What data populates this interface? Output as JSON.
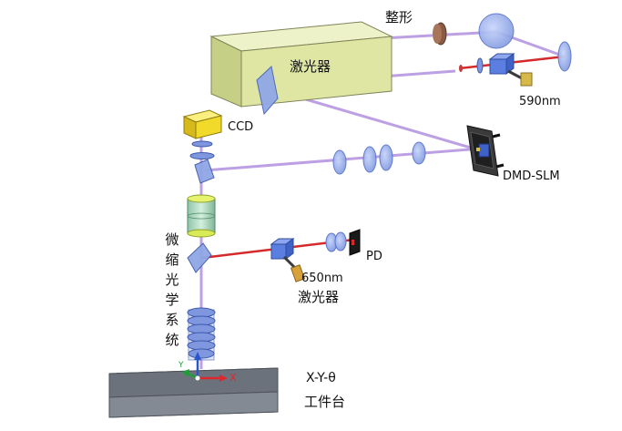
{
  "labels": {
    "shaping": "整形",
    "laser_main": "激光器",
    "wavelength_590": "590nm",
    "ccd": "CCD",
    "dmd_slm": "DMD-SLM",
    "pd": "PD",
    "wavelength_650": "650nm",
    "laser_650": "激光器",
    "micro_optics": "微缩光学系统",
    "stage_line1": "X-Y-θ",
    "stage_line2": "工件台",
    "axis_x": "X",
    "axis_y": "Y"
  },
  "icons": [
    "laser-box",
    "ccd-camera",
    "dmd-slm-chip",
    "photodiode",
    "lens",
    "beam-splitter",
    "objective-stack",
    "xy-stage"
  ],
  "colors": {
    "laser_box": "#dfe6a3",
    "violet_beam": "#b596e0",
    "red_beam": "#d42a2a",
    "lens": "#8fa7e6",
    "ccd": "#f2da2a",
    "stage": "#7f858f",
    "axis_x": "#e0262d",
    "axis_y": "#1f9d37",
    "axis_z": "#2a56c8"
  }
}
